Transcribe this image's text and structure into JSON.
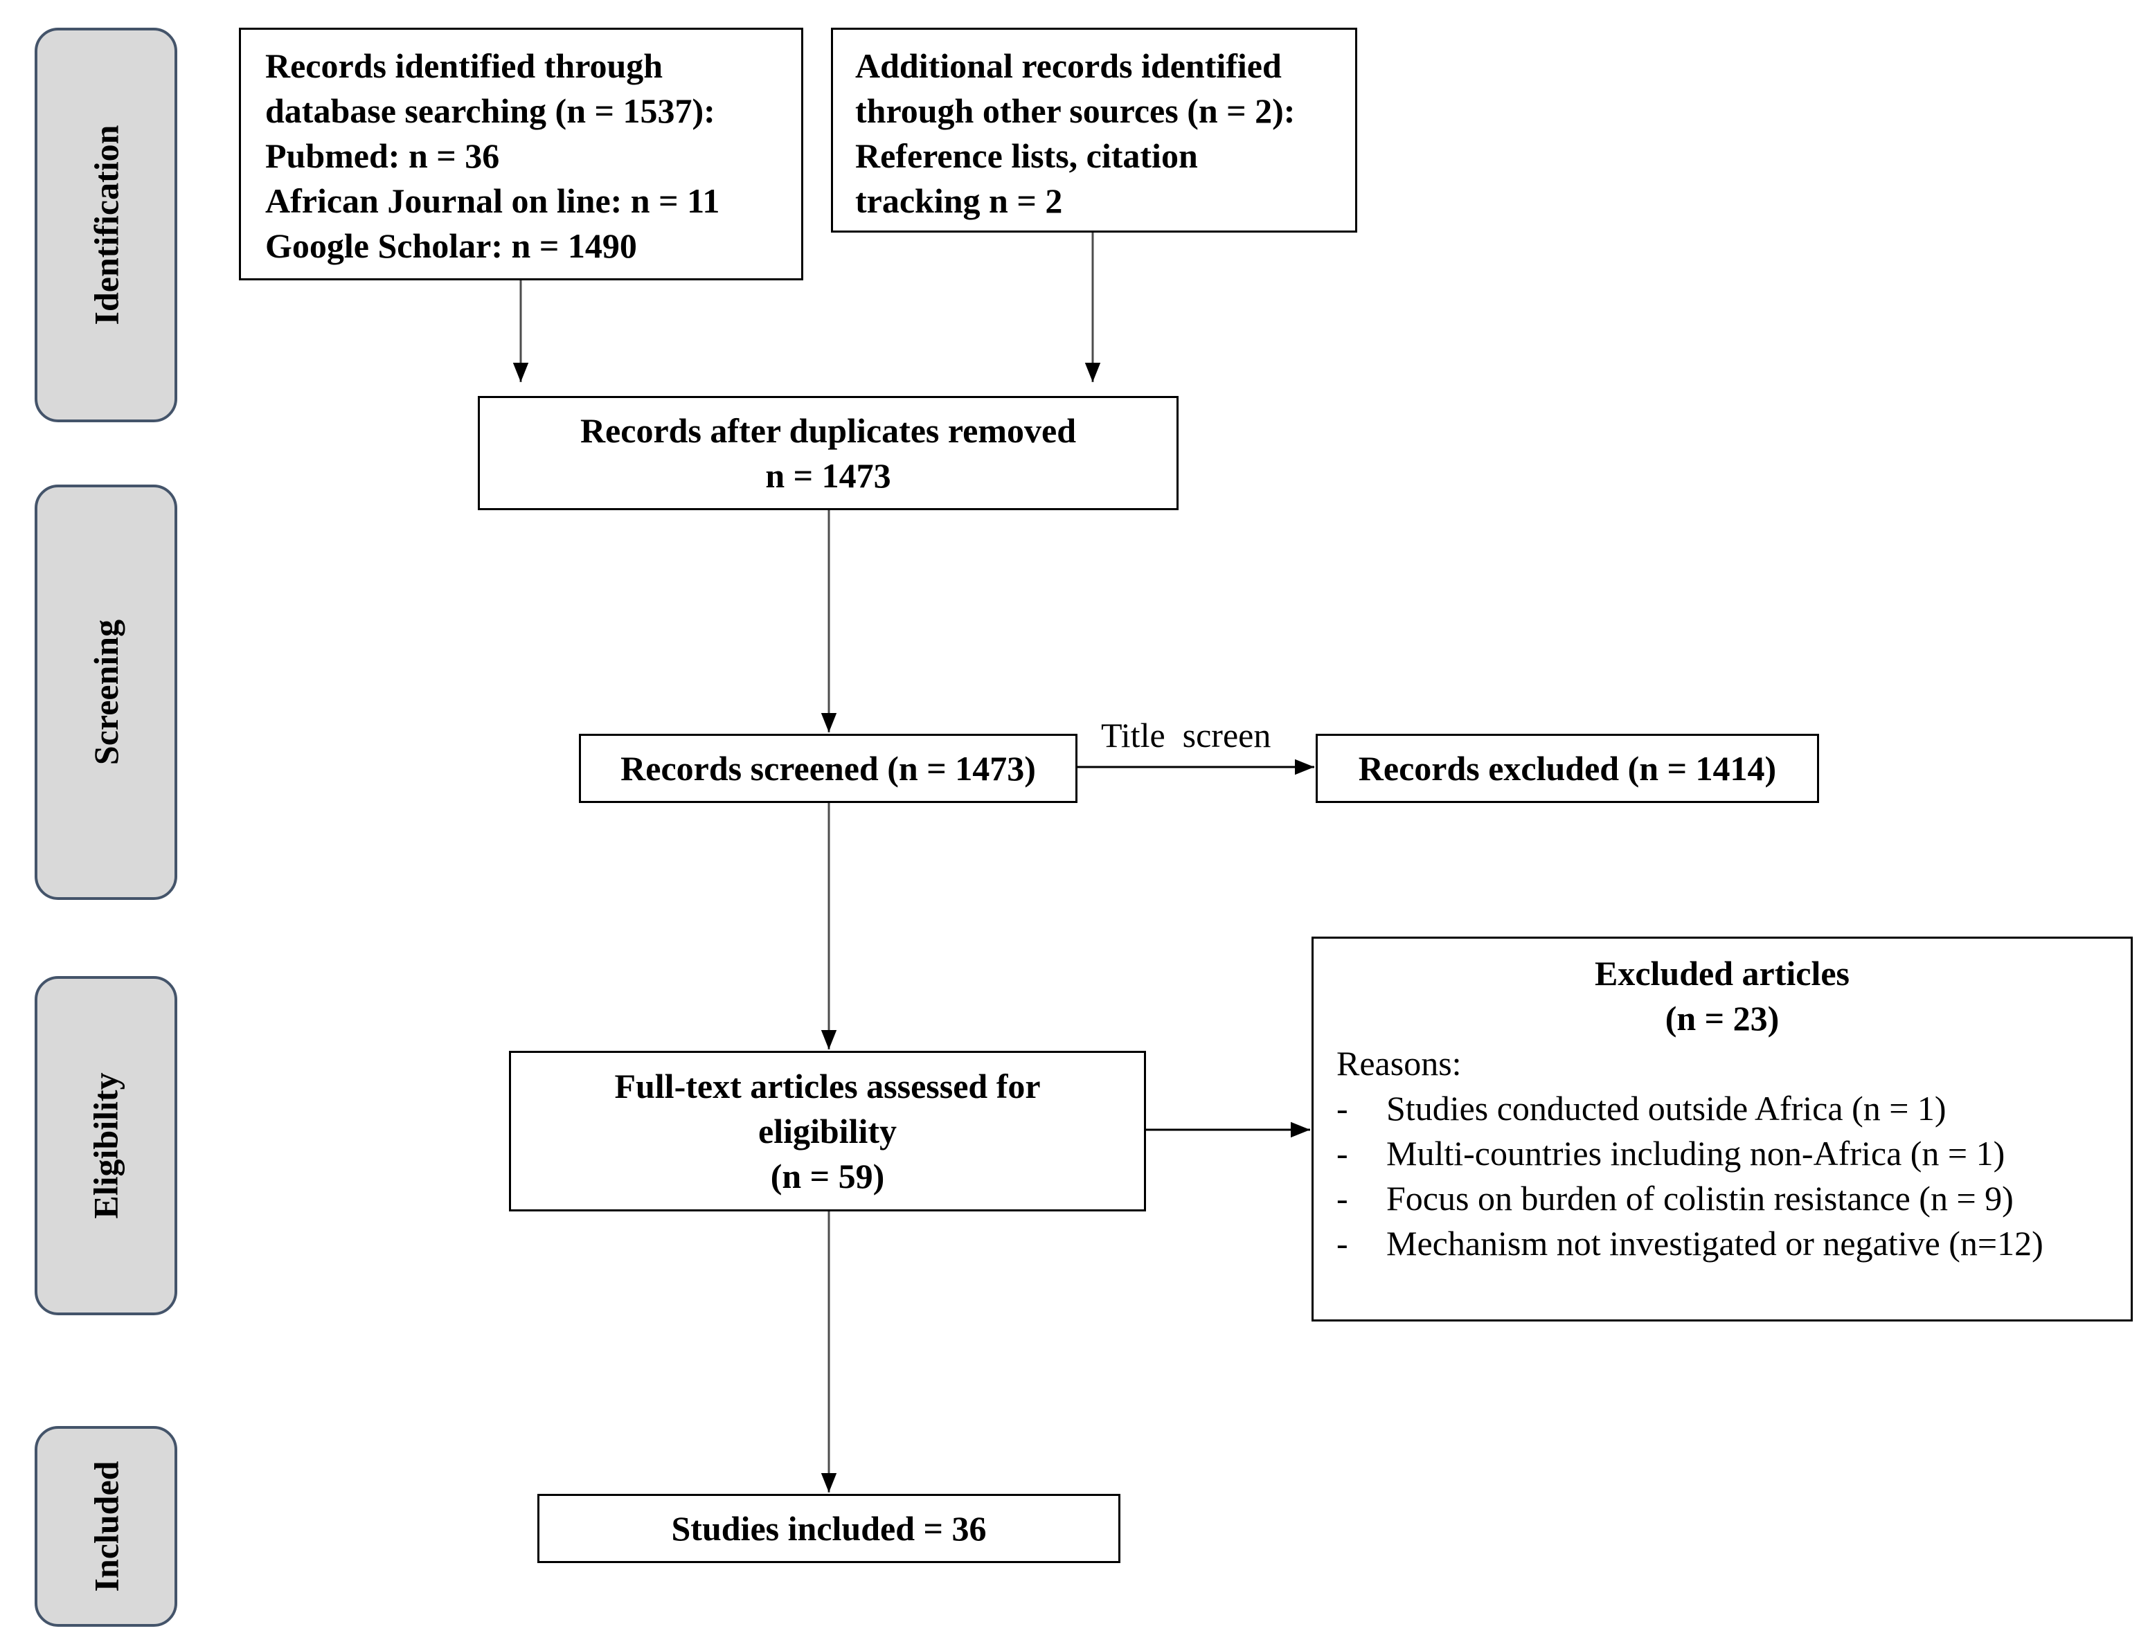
{
  "stages": {
    "identification": "Identification",
    "screening": "Screening",
    "eligibility": "Eligibility",
    "included": "Included"
  },
  "nodes": {
    "database_search": {
      "lines": [
        "Records identified through",
        "database searching (n = 1537):",
        "Pubmed: n = 36",
        "African Journal on line: n = 11",
        "Google Scholar: n = 1490"
      ]
    },
    "other_sources": {
      "lines": [
        "Additional records identified",
        "through other sources (n = 2):",
        "Reference lists, citation",
        "tracking n = 2"
      ]
    },
    "duplicates_removed": {
      "line1": "Records after duplicates removed",
      "line2": "n = 1473"
    },
    "screened": {
      "label": "Records screened (n = 1473)"
    },
    "records_excluded": {
      "label": "Records excluded (n = 1414)"
    },
    "full_text": {
      "line1": "Full-text articles assessed for",
      "line2": "eligibility",
      "line3": "(n = 59)"
    },
    "excluded_articles": {
      "title": "Excluded articles",
      "count": "(n = 23)",
      "reasons_label": "Reasons:",
      "reasons": [
        "Studies conducted outside Africa (n = 1)",
        "Multi-countries including non-Africa (n = 1)",
        "Focus on burden of colistin resistance (n = 9)",
        "Mechanism not investigated or negative (n=12)"
      ]
    },
    "studies_included": {
      "label": "Studies included = 36"
    }
  },
  "edges": {
    "title_screen_label": "Title  screen"
  }
}
